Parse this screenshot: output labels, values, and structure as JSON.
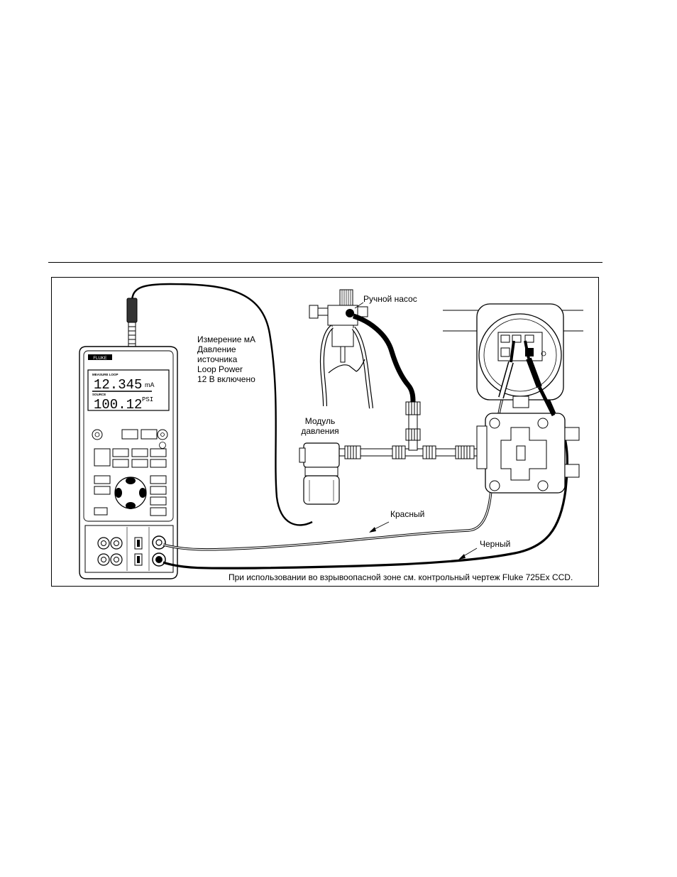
{
  "labels": {
    "measure_lines": [
      "Измерение мА",
      "Давление",
      "источника",
      "Loop Power",
      "12 В включено"
    ],
    "hand_pump": "Ручной насос",
    "pressure_module_lines": [
      "Модуль",
      "давления"
    ],
    "red_lead": "Красный",
    "black_lead": "Черный",
    "footnote": "При использовании во взрывоопасной зоне см. контрольный чертеж Fluke 725Ex CCD."
  },
  "calibrator": {
    "brand": "FLUKE",
    "display_top_label": "MEASURE LOOP",
    "display_top_value": "12.345",
    "display_top_unit": "mA",
    "display_bottom_label": "SOURCE",
    "display_bottom_value": "100.12",
    "display_bottom_unit": "PSI"
  }
}
